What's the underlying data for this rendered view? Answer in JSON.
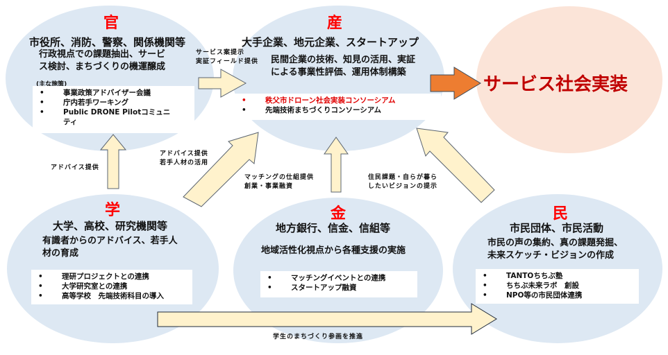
{
  "colors": {
    "ellipse_fill": "#dde8f3",
    "goal_fill": "#fbe4d8",
    "arrow_fill": "#fff2cc",
    "arrow_stroke": "#5a6470",
    "orange_arrow": "#ed7d31",
    "kanji_red": "#ff0000",
    "goal_text": "#c00000"
  },
  "government": {
    "kanji": "官",
    "title": "市役所、消防、警察、関係機関等",
    "desc_line1": "行政視点での課題抽出、サービ",
    "desc_line2": "ス検討、まちづくりの機運醸成",
    "measures_label": "(主な施策)",
    "items": [
      "事業政策アドバイザー会議",
      "庁内若手ワーキング",
      "Public DRONE Pilotコミュニ",
      "ティ"
    ]
  },
  "industry": {
    "kanji": "産",
    "title": "大手企業、地元企業、スタートアップ",
    "desc_line1": "民間企業の技術、知見の活用、実証",
    "desc_line2": "による事業性評価、運用体制構築",
    "items": [
      {
        "text": "秩父市ドローン社会実装コンソーシアム",
        "highlight": true
      },
      {
        "text": "先端技術まちづくりコンソーシアム",
        "highlight": false
      }
    ]
  },
  "academia": {
    "kanji": "学",
    "title": "大学、高校、研究機関等",
    "desc_line1": "有識者からのアドバイス、若手人",
    "desc_line2": "材の育成",
    "items": [
      "理研プロジェクトとの連携",
      "大学研究室との連携",
      "高等学校　先端技術科目の導入"
    ]
  },
  "finance": {
    "kanji": "金",
    "title": "地方銀行、信金、信組等",
    "desc": "地域活性化視点から各種支援の実施",
    "items": [
      "マッチングイベントとの連携",
      "スタートアップ融資"
    ]
  },
  "citizens": {
    "kanji": "民",
    "title": "市民団体、市民活動",
    "desc_line1": "市民の声の集約、真の課題発掘、",
    "desc_line2": "未来スケッチ・ビジョンの作成",
    "items": [
      "TANTOちちぶ塾",
      "ちちぶ未来ラボ　創設",
      "NPO等の市民団体連携"
    ]
  },
  "goal": {
    "text": "サービス社会実装"
  },
  "bullet": "•",
  "arrow_labels": {
    "gov_to_ind_1": "サービス案提示",
    "gov_to_ind_2": "実証フィールド提供",
    "aca_to_gov": "アドバイス提供",
    "aca_to_ind_1": "アドバイス提供",
    "aca_to_ind_2": "若手人材の活用",
    "fin_to_ind_1": "マッチングの仕組提供",
    "fin_to_ind_2": "創業・事業融資",
    "cit_to_ind_1": "住民課題・自らが暮ら",
    "cit_to_ind_2": "したいビジョンの提示",
    "aca_to_cit": "学生のまちづくり参画を推進"
  }
}
